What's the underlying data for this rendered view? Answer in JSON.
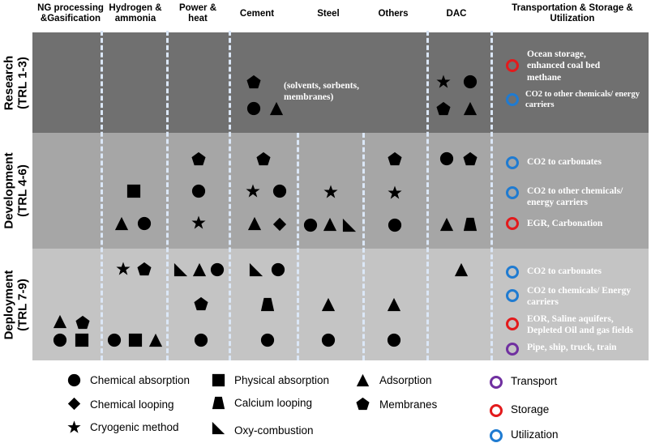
{
  "headers": {
    "ng": "NG processing &Gasification",
    "hydrogen": "Hydrogen & ammonia",
    "power": "Power & heat",
    "cement": "Cement",
    "steel": "Steel",
    "others": "Others",
    "dac": "DAC",
    "tsu": "Transportation & Storage & Utilization"
  },
  "rows": {
    "research": "Research (TRL 1-3)",
    "development": "Development (TRL 4-6)",
    "deployment": "Deployment (TRL 7-9)"
  },
  "notes": {
    "cement_research": "(solvents, sorbents, membranes)"
  },
  "tsu": {
    "research": [
      {
        "text": "Ocean storage, enhanced coal bed methane",
        "type": "storage"
      },
      {
        "text": "CO2 to other chemicals/ energy carriers",
        "type": "utilization"
      }
    ],
    "development": [
      {
        "text": "CO2 to carbonates",
        "type": "utilization"
      },
      {
        "text": "CO2 to other chemicals/ energy carriers",
        "type": "utilization"
      },
      {
        "text": "EGR, Carbonation",
        "type": "storage"
      }
    ],
    "deployment": [
      {
        "text": "CO2 to carbonates",
        "type": "utilization"
      },
      {
        "text": "CO2 to chemicals/ Energy carriers",
        "type": "utilization"
      },
      {
        "text": "EOR, Saline aquifers, Depleted Oil and gas fields",
        "type": "storage"
      },
      {
        "text": "Pipe, ship, truck, train",
        "type": "transport"
      }
    ]
  },
  "legend": {
    "chemical_absorption": "Chemical absorption",
    "physical_absorption": "Physical absorption",
    "adsorption": "Adsorption",
    "chemical_looping": "Chemical looping",
    "calcium_looping": "Calcium looping",
    "membranes": "Membranes",
    "cryogenic": "Cryogenic method",
    "oxy_combustion": "Oxy-combustion",
    "transport": "Transport",
    "storage": "Storage",
    "utilization": "Utilization"
  },
  "colors": {
    "research_band": "#707070",
    "development_band": "#a6a6a6",
    "deployment_band": "#c4c4c4",
    "transport": "#7030a0",
    "storage": "#e31a1c",
    "utilization": "#1f7bd1",
    "divider": "#dbe7f7"
  },
  "icons": {
    "circle": "chemical-absorption-icon",
    "square": "physical-absorption-icon",
    "triangle": "adsorption-icon",
    "diamond": "chemical-looping-icon",
    "trapezoid": "calcium-looping-icon",
    "pentagon": "membranes-icon",
    "star": "cryogenic-method-icon",
    "wedge": "oxy-combustion-icon"
  }
}
